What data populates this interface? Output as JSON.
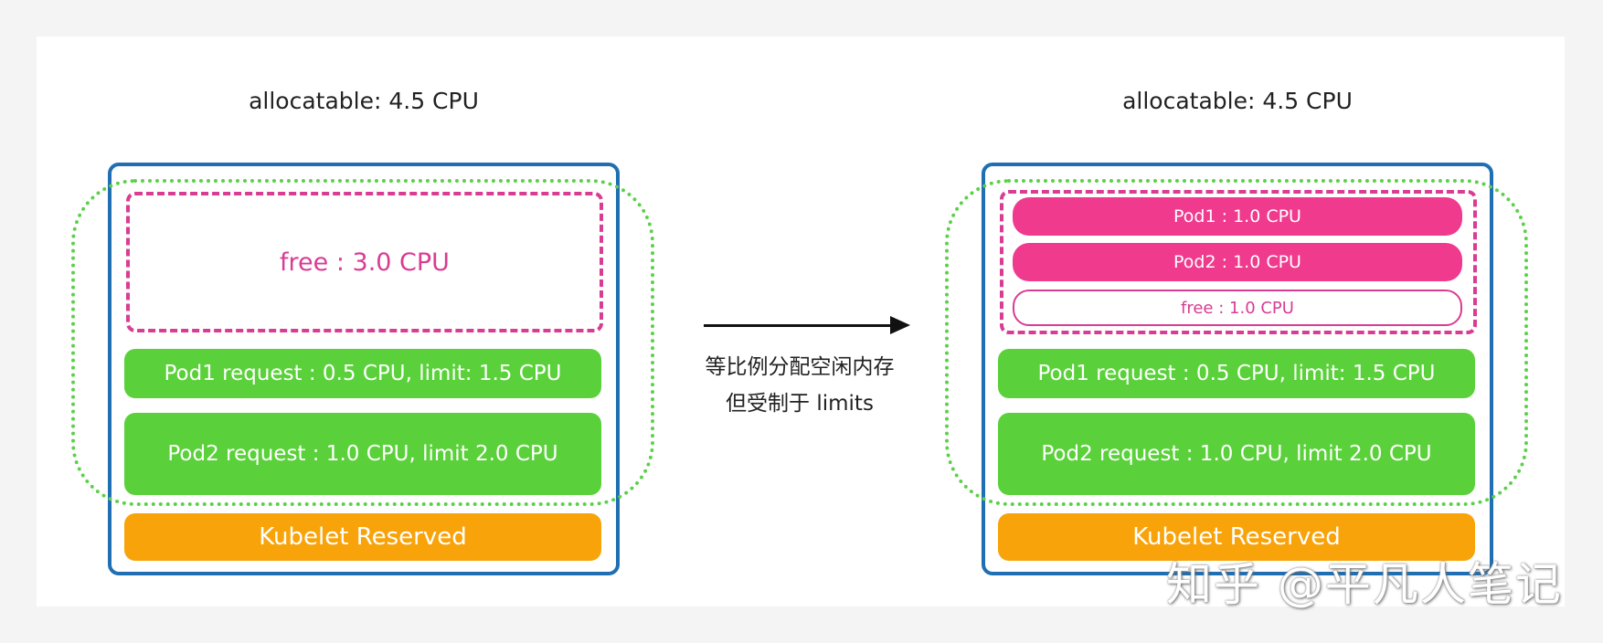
{
  "left": {
    "title": "allocatable: 4.5 CPU",
    "free": "free : 3.0 CPU",
    "pod1": "Pod1 request : 0.5 CPU, limit: 1.5 CPU",
    "pod2": "Pod2 request : 1.0 CPU, limit 2.0 CPU",
    "reserved": "Kubelet Reserved"
  },
  "middle": {
    "caption_line1": "等比例分配空闲内存",
    "caption_line2": "但受制于 limits"
  },
  "right": {
    "title": "allocatable: 4.5 CPU",
    "pod1_share": "Pod1 : 1.0 CPU",
    "pod2_share": "Pod2 : 1.0 CPU",
    "free": "free : 1.0 CPU",
    "pod1": "Pod1 request : 0.5 CPU, limit: 1.5 CPU",
    "pod2": "Pod2 request : 1.0 CPU, limit 2.0 CPU",
    "reserved": "Kubelet Reserved"
  },
  "watermark": "知乎 @平凡人笔记"
}
